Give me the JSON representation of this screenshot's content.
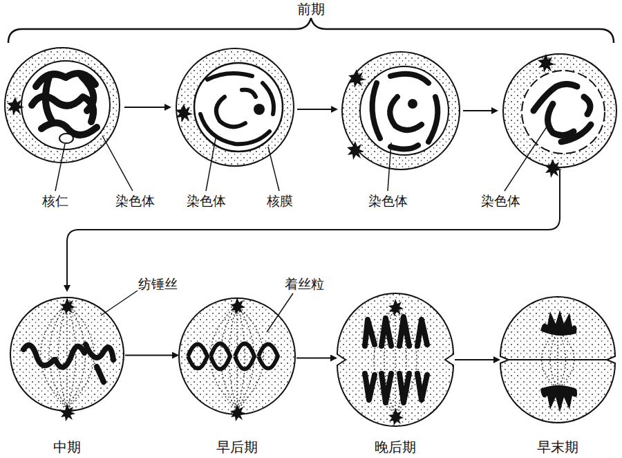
{
  "diagram": {
    "nodes": [
      {
        "text": [
          "中期"
        ]
      },
      {
        "text": [
          "早后期"
        ]
      },
      {
        "text": [
          "晚后期"
        ]
      },
      {
        "text": [
          "早末期"
        ]
      }
    ],
    "edges": [
      {
        "from": 0,
        "to": 1,
        "arrow": "to"
      },
      {
        "from": 1,
        "to": 2,
        "arrow": "to"
      },
      {
        "from": 2,
        "to": 3,
        "arrow": "to"
      }
    ],
    "labels": [
      "前期",
      "核仁",
      "染色体",
      "染色体",
      "核膜",
      "染色体",
      "染色体",
      "纺锤丝",
      "着丝粒"
    ]
  }
}
